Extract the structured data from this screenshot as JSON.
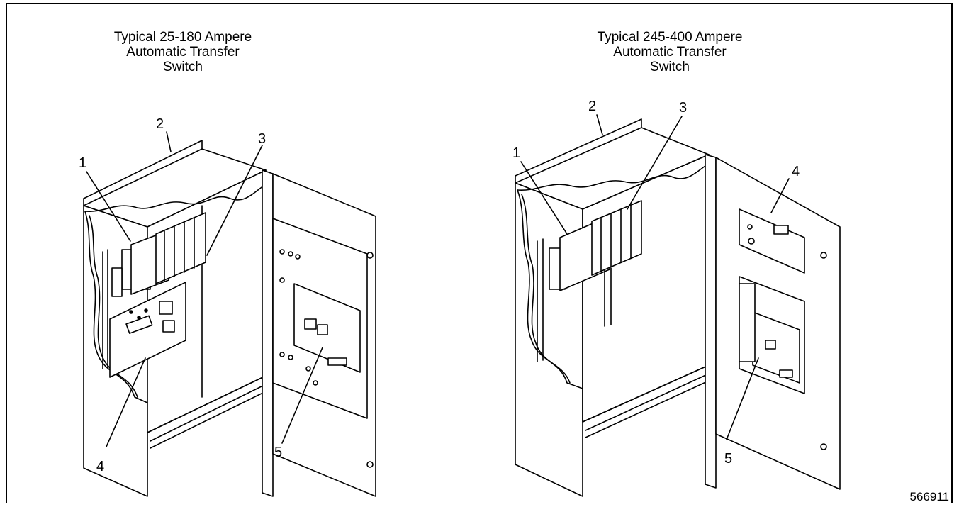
{
  "figure_id": "566911",
  "panels": [
    {
      "title_lines": [
        "Typical 25-180 Ampere",
        "Automatic Transfer",
        "Switch"
      ],
      "callouts": [
        "1",
        "2",
        "3",
        "4",
        "5"
      ]
    },
    {
      "title_lines": [
        "Typical 245-400 Ampere",
        "Automatic Transfer",
        "Switch"
      ],
      "callouts": [
        "1",
        "2",
        "3",
        "4",
        "5"
      ]
    }
  ]
}
